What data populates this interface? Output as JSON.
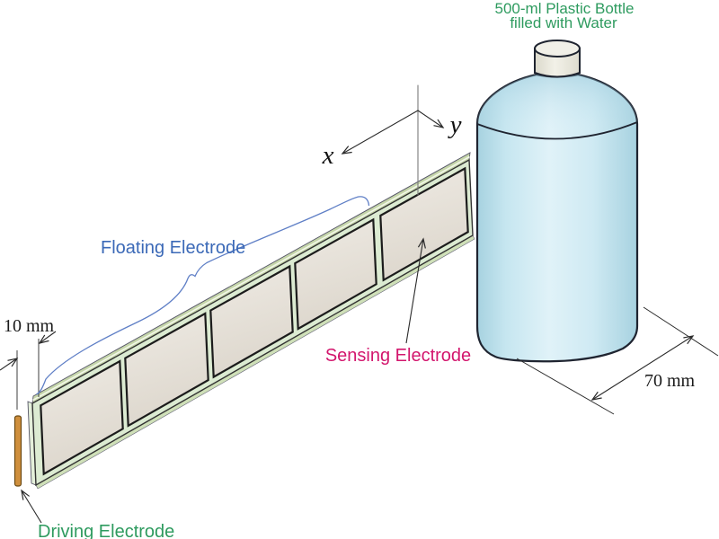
{
  "labels": {
    "bottle_title_line1": "500-ml Plastic Bottle",
    "bottle_title_line2": "filled with Water",
    "floating_electrode": "Floating Electrode",
    "sensing_electrode": "Sensing Electrode",
    "driving_electrode": "Driving Electrode",
    "dim_gap": "10 mm",
    "dim_bottle_diameter": "70 mm",
    "axis_x": "x",
    "axis_y": "y"
  },
  "colors": {
    "green_label": "#2e9b5f",
    "blue_label": "#3b69b7",
    "magenta_label": "#d3166d",
    "brace": "#5f7fc6",
    "dimension_line": "#2a2a2a",
    "axis_line": "#7a7a7a",
    "water_blue": "#cde9f2",
    "board_green": "#dcebd2",
    "electrode_plate": "#e8e4dc",
    "driving_electrode_orange": "#cf8f3d",
    "bottle_cap": "#eceade"
  },
  "diagram": {
    "plate_count": 5,
    "floating_plate_count": 4,
    "sensing_plate_count": 1,
    "gap_driving_to_strip": "10 mm",
    "bottle_diameter": "70 mm",
    "bottle_volume": "500 ml"
  }
}
